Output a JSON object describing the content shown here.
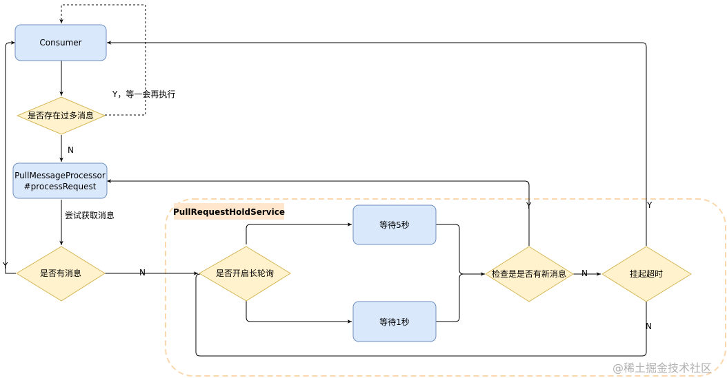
{
  "colors": {
    "process_fill": "#dae8fc",
    "process_stroke": "#6c8ebf",
    "decision_fill": "#fff2cc",
    "decision_stroke": "#d6b656",
    "group_stroke": "#fad7ac",
    "group_label_fill": "#ffe6cc"
  },
  "nodes": {
    "consumer": "Consumer",
    "too_many": "是否存在过多消息",
    "processor_line1": "PullMessageProcessor",
    "processor_line2": "#processRequest",
    "has_msg": "是否有消息",
    "long_poll": "是否开启长轮询",
    "wait5": "等待5秒",
    "wait1": "等待1秒",
    "check_new": "检查是是否有新消息",
    "suspend_timeout": "挂起超时"
  },
  "group": {
    "label": "PullRequestHoldService"
  },
  "edges": {
    "wait_retry": "Y，等一会再执行",
    "n_process": "N",
    "try_fetch": "尝试获取消息",
    "y_has_msg": "Y",
    "n_has_msg": "N",
    "y_check": "Y",
    "n_check": "N",
    "y_timeout": "Y",
    "n_timeout": "N"
  },
  "watermark": "@稀土掘金技术社区"
}
